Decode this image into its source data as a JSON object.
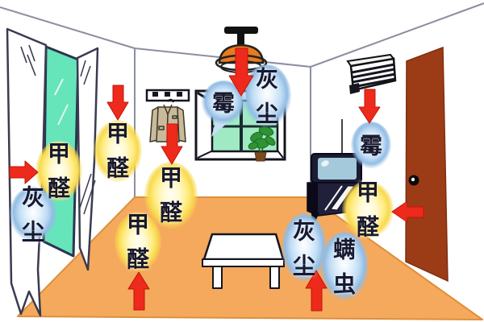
{
  "scene": {
    "type": "room-pollution-illustration",
    "pollutant_terms": {
      "formaldehyde": "甲醛",
      "dust": "灰尘",
      "mold": "霉",
      "dust_mite": "螨虫"
    },
    "labels": [
      {
        "id": "curtain-formaldehyde",
        "text": "甲醛",
        "bubble": "yellow"
      },
      {
        "id": "curtain-dust",
        "text": "灰尘",
        "bubble": "blue"
      },
      {
        "id": "wall-formaldehyde",
        "text": "甲醛",
        "bubble": "yellow"
      },
      {
        "id": "coatrack-formaldehyde",
        "text": "甲醛",
        "bubble": "yellow"
      },
      {
        "id": "floor-left-formaldehyde",
        "text": "甲醛",
        "bubble": "yellow"
      },
      {
        "id": "window-mold",
        "text": "霉",
        "bubble": "blue"
      },
      {
        "id": "window-dust",
        "text": "灰尘",
        "bubble": "blue"
      },
      {
        "id": "aircon-mold",
        "text": "霉",
        "bubble": "blue"
      },
      {
        "id": "door-formaldehyde",
        "text": "甲醛",
        "bubble": "yellow"
      },
      {
        "id": "floor-dust",
        "text": "灰尘",
        "bubble": "blue"
      },
      {
        "id": "floor-mites",
        "text": "螨虫",
        "bubble": "blue"
      }
    ],
    "arrows": [
      {
        "direction": "right",
        "target": "curtain-formaldehyde"
      },
      {
        "direction": "down",
        "target": "wall-formaldehyde"
      },
      {
        "direction": "down",
        "target": "coatrack-formaldehyde"
      },
      {
        "direction": "up",
        "target": "floor-left-formaldehyde"
      },
      {
        "direction": "down",
        "target": "ceiling-lamp"
      },
      {
        "direction": "down",
        "target": "aircon-mold"
      },
      {
        "direction": "left",
        "target": "door-formaldehyde"
      },
      {
        "direction": "up",
        "target": "floor-dust"
      }
    ],
    "objects": [
      "left-curtain",
      "right-curtain",
      "left-window",
      "back-window",
      "potted-plant",
      "ceiling-lamp",
      "coat-rack",
      "jacket",
      "air-conditioner",
      "door",
      "door-knob",
      "tv-set",
      "tv-stand",
      "table",
      "floor"
    ]
  },
  "colors": {
    "arrow_red": "#ed2a1b",
    "floor_orange": "#f5a95c",
    "door_brown": "#9c3c17",
    "window_teal": "#66e4ba",
    "pane_green": "#9feac3",
    "lamp_orange": "#e87a20",
    "bubble_yellow": "#f8d94e",
    "bubble_blue": "#93bce4",
    "jacket_tan": "#c9ba9b",
    "label_text": "#18182e"
  }
}
